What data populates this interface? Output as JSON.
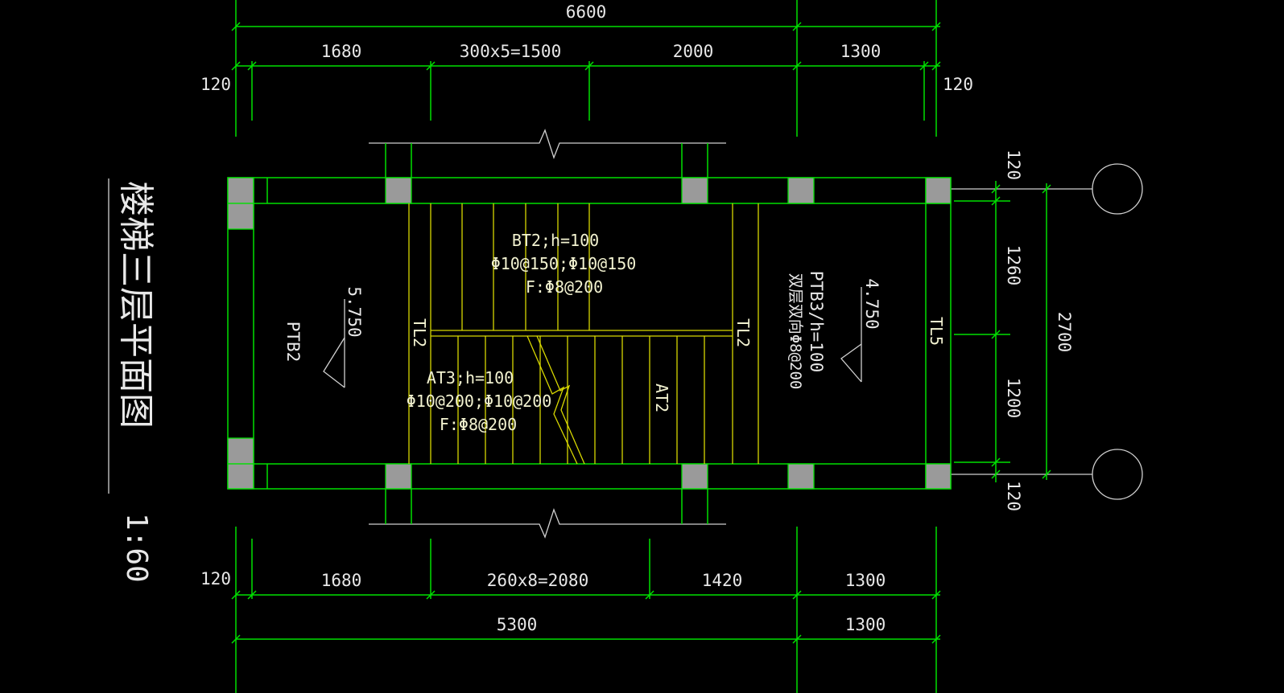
{
  "title": "楼梯三层平面图",
  "scale": "1:60",
  "dims": {
    "top_total": "6600",
    "top_1": "1680",
    "top_2": "300x5=1500",
    "top_3": "2000",
    "top_4": "1300",
    "top_left_120": "120",
    "top_right_120": "120",
    "bot_left_120": "120",
    "bot_1": "1680",
    "bot_2": "260x8=2080",
    "bot_3": "1420",
    "bot_4": "1300",
    "bot_total_1": "5300",
    "bot_total_2": "1300",
    "right_120_top": "120",
    "right_1260": "1260",
    "right_1200": "1200",
    "right_120_bot": "120",
    "right_total": "2700"
  },
  "labels": {
    "bt2_1": "BT2;h=100",
    "bt2_2": "Φ10@150;Φ10@150",
    "bt2_3": "F:Φ8@200",
    "at3_1": "AT3;h=100",
    "at3_2": "Φ10@200;Φ10@200",
    "at3_3": "F:Φ8@200",
    "ptb2": "PTB2",
    "elev_left": "5.750",
    "elev_right": "4.750",
    "ptb3_1": "PTB3/h=100",
    "ptb3_2": "双层双向Φ8@200",
    "tl2_left": "TL2",
    "tl2_right": "TL2",
    "at2": "AT2",
    "tl5": "TL5"
  }
}
